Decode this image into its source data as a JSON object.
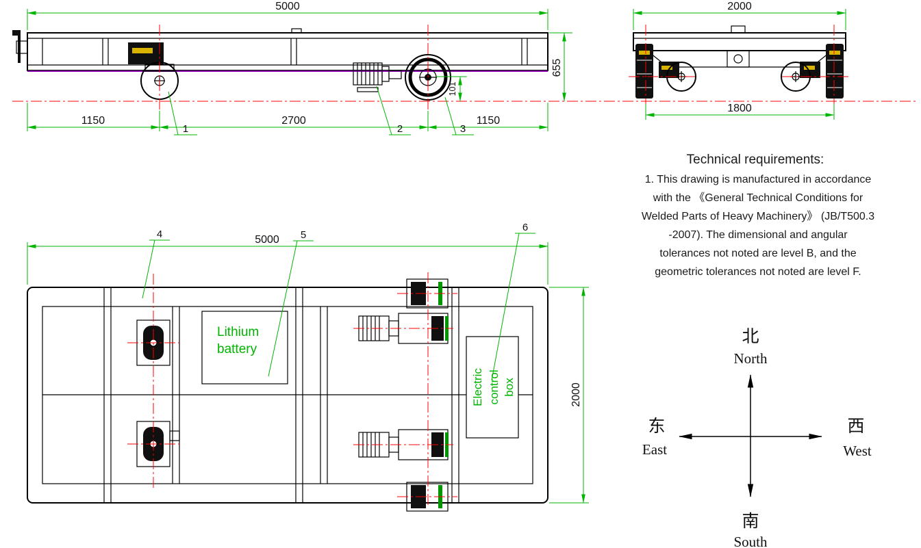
{
  "colors": {
    "dimension_green": "#00b400",
    "centerline_red": "#ff0000",
    "geometry_black": "#000000",
    "accent_magenta": "#8800aa",
    "label_green": "#00b400",
    "tag_yellow": "#d8b400"
  },
  "side_view": {
    "dim_top": "5000",
    "dim_bottom_left": "1150",
    "dim_bottom_mid": "2700",
    "dim_bottom_right": "1150",
    "dim_height": "655",
    "dim_wheel": "101",
    "callout_1": "1",
    "callout_2": "2",
    "callout_3": "3"
  },
  "end_view": {
    "dim_top": "2000",
    "dim_gauge": "1800"
  },
  "plan_view": {
    "dim_top": "5000",
    "dim_side": "2000",
    "callout_4": "4",
    "callout_5": "5",
    "callout_6": "6",
    "battery_label": [
      "Lithium",
      "battery"
    ],
    "control_box_label": [
      "Electric",
      "control",
      "box"
    ]
  },
  "technical_requirements": {
    "title": "Technical requirements:",
    "lines": [
      "1. This drawing is manufactured in accordance",
      "with the 《General Technical Conditions for",
      "Welded Parts of Heavy Machinery》 (JB/T500.3",
      "-2007). The dimensional and angular",
      "tolerances not noted are level B, and the",
      "geometric tolerances not noted are level F."
    ]
  },
  "compass": {
    "north_cn": "北",
    "north_en": "North",
    "south_cn": "南",
    "south_en": "South",
    "east_cn": "东",
    "east_en": "East",
    "west_cn": "西",
    "west_en": "West"
  }
}
